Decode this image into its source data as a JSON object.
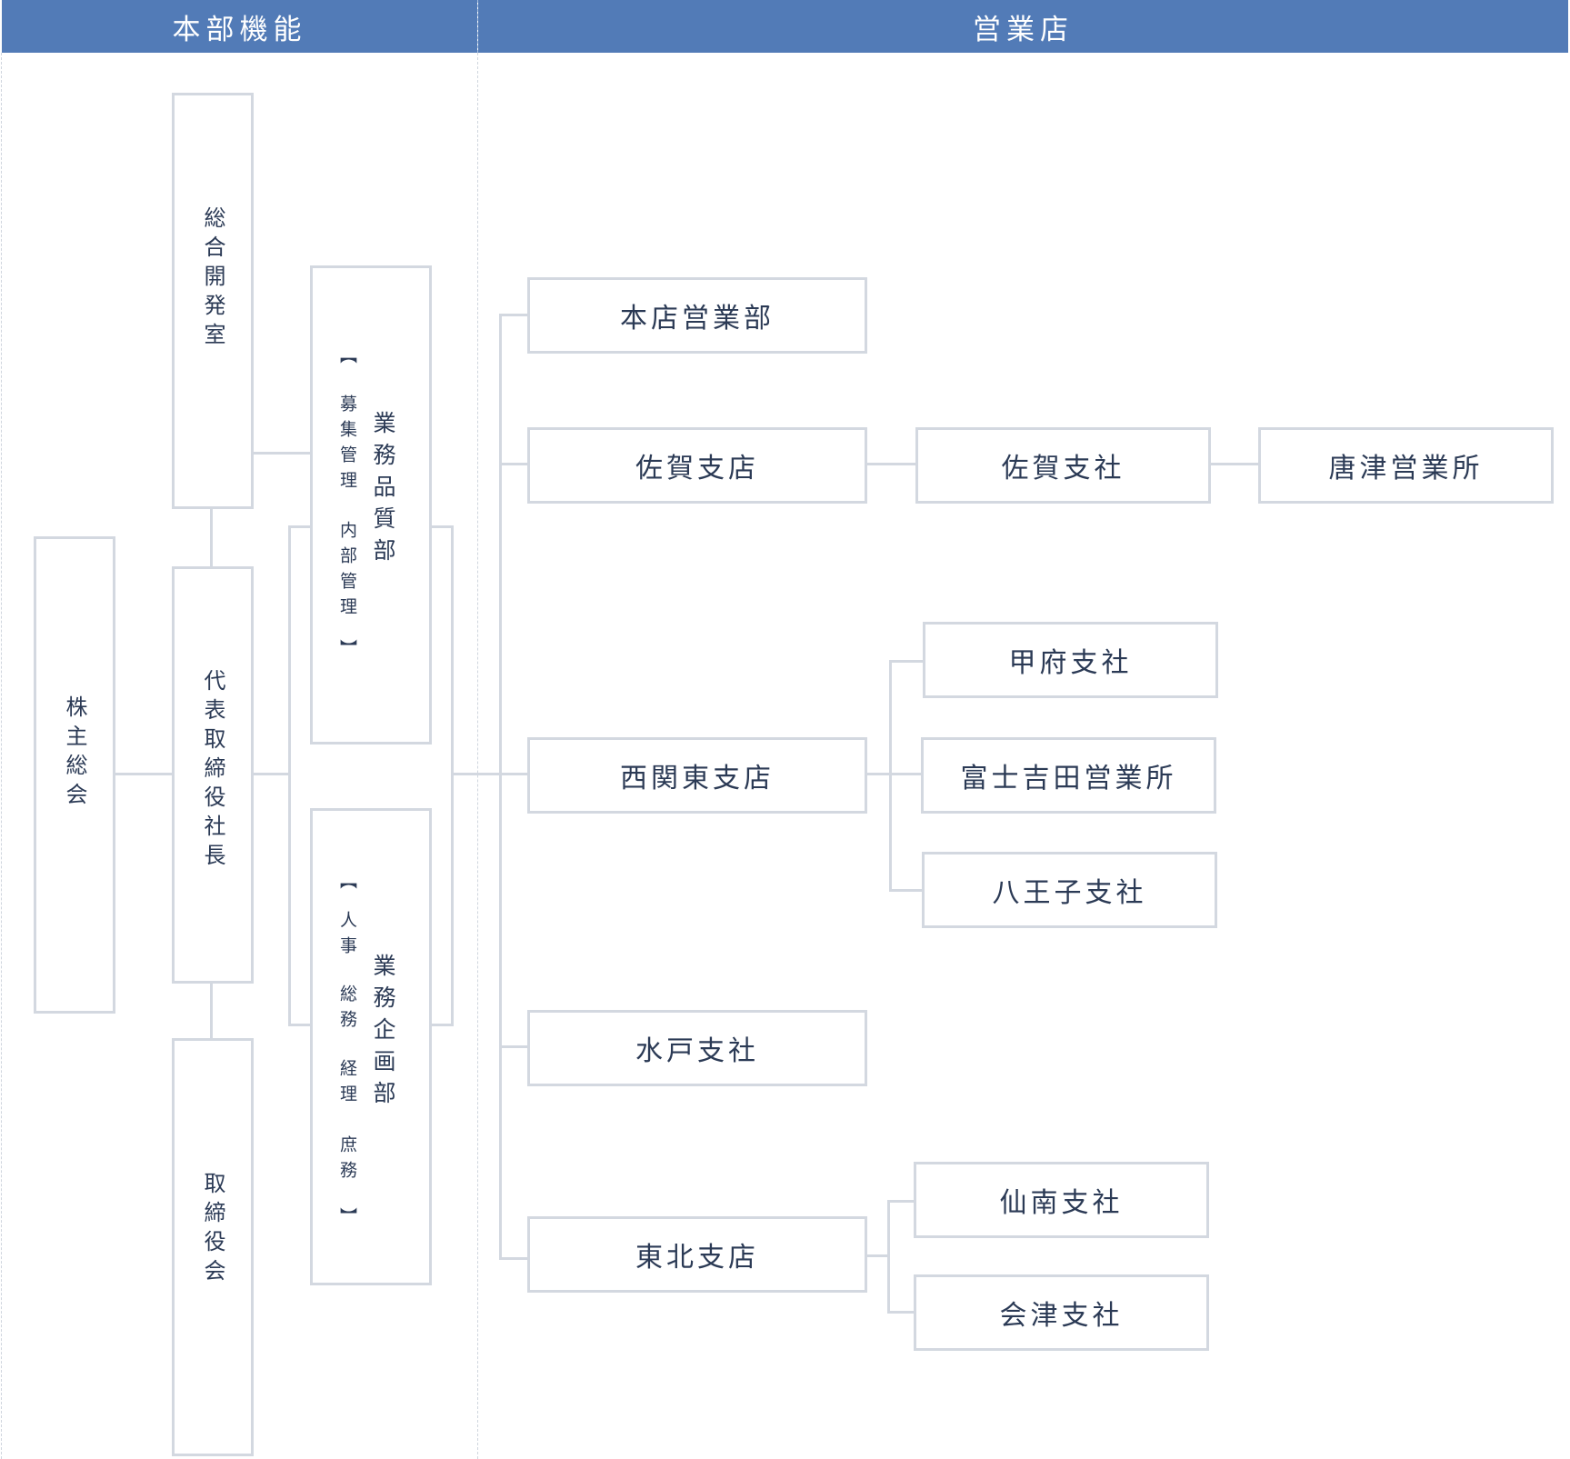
{
  "headers": {
    "headquarters": "本部機能",
    "branches": "営業店"
  },
  "headquarters": {
    "general_meeting": "株主総会",
    "general_development": "総合開発室",
    "president": "代表取締役社長",
    "board": "取締役会",
    "quality_dept": {
      "name": "業務品質部",
      "bracket_open": "【",
      "duties_1": "募集管理",
      "duties_2": "内部管理",
      "bracket_close": "】"
    },
    "planning_dept": {
      "name": "業務企画部",
      "bracket_open": "【",
      "duties_1": "人事",
      "duties_2": "総務",
      "duties_3": "経理",
      "duties_4": "庶務",
      "bracket_close": "】"
    }
  },
  "branches": {
    "honten": "本店営業部",
    "saga_branch": "佐賀支店",
    "saga_office": "佐賀支社",
    "karatsu": "唐津営業所",
    "kofu": "甲府支社",
    "fujiyoshida": "富士吉田営業所",
    "kanto_branch": "西関東支店",
    "hachioji": "八王子支社",
    "mito": "水戸支社",
    "sennan": "仙南支社",
    "tohoku_branch": "東北支店",
    "aizu": "会津支社"
  },
  "colors": {
    "header_bg": "#527bb7",
    "box_border": "#d3d8e0",
    "text": "#2b3a55"
  }
}
